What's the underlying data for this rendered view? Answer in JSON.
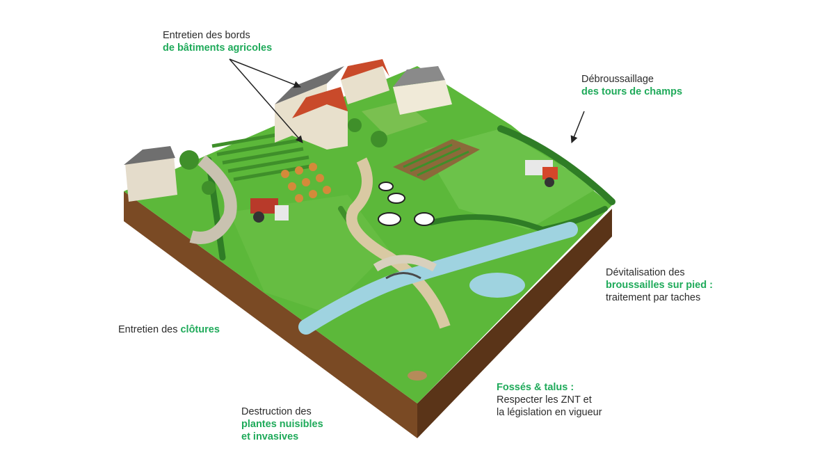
{
  "colors": {
    "text": "#2b2b2b",
    "highlight": "#1faa5a",
    "grass": "#5cb83a",
    "grass_dark": "#3f8f2a",
    "soil": "#7a4a24",
    "soil_dark": "#5a3418",
    "road": "#d9c9a3",
    "water": "#9fd3e0",
    "roof_red": "#c94a2a",
    "roof_grey": "#6f6f6f",
    "wall": "#e8e0cc",
    "hedge": "#2f7d26"
  },
  "labels": {
    "batiments": {
      "line1": "Entretien des bords",
      "line2": "de bâtiments agricoles"
    },
    "debroussaillage": {
      "line1": "Débroussaillage",
      "line2": "des tours de champs"
    },
    "devitalisation": {
      "line1": "Dévitalisation des",
      "line2": "broussailles sur pied :",
      "line3": "traitement par taches"
    },
    "clotures": {
      "prefix": "Entretien des ",
      "highlight": "clôtures"
    },
    "fosses": {
      "line1": "Fossés & talus :",
      "line2": "Respecter les ZNT et",
      "line3": "la législation en vigueur"
    },
    "plantes": {
      "line1": "Destruction des",
      "line2": "plantes nuisibles",
      "line3": "et invasives"
    }
  }
}
